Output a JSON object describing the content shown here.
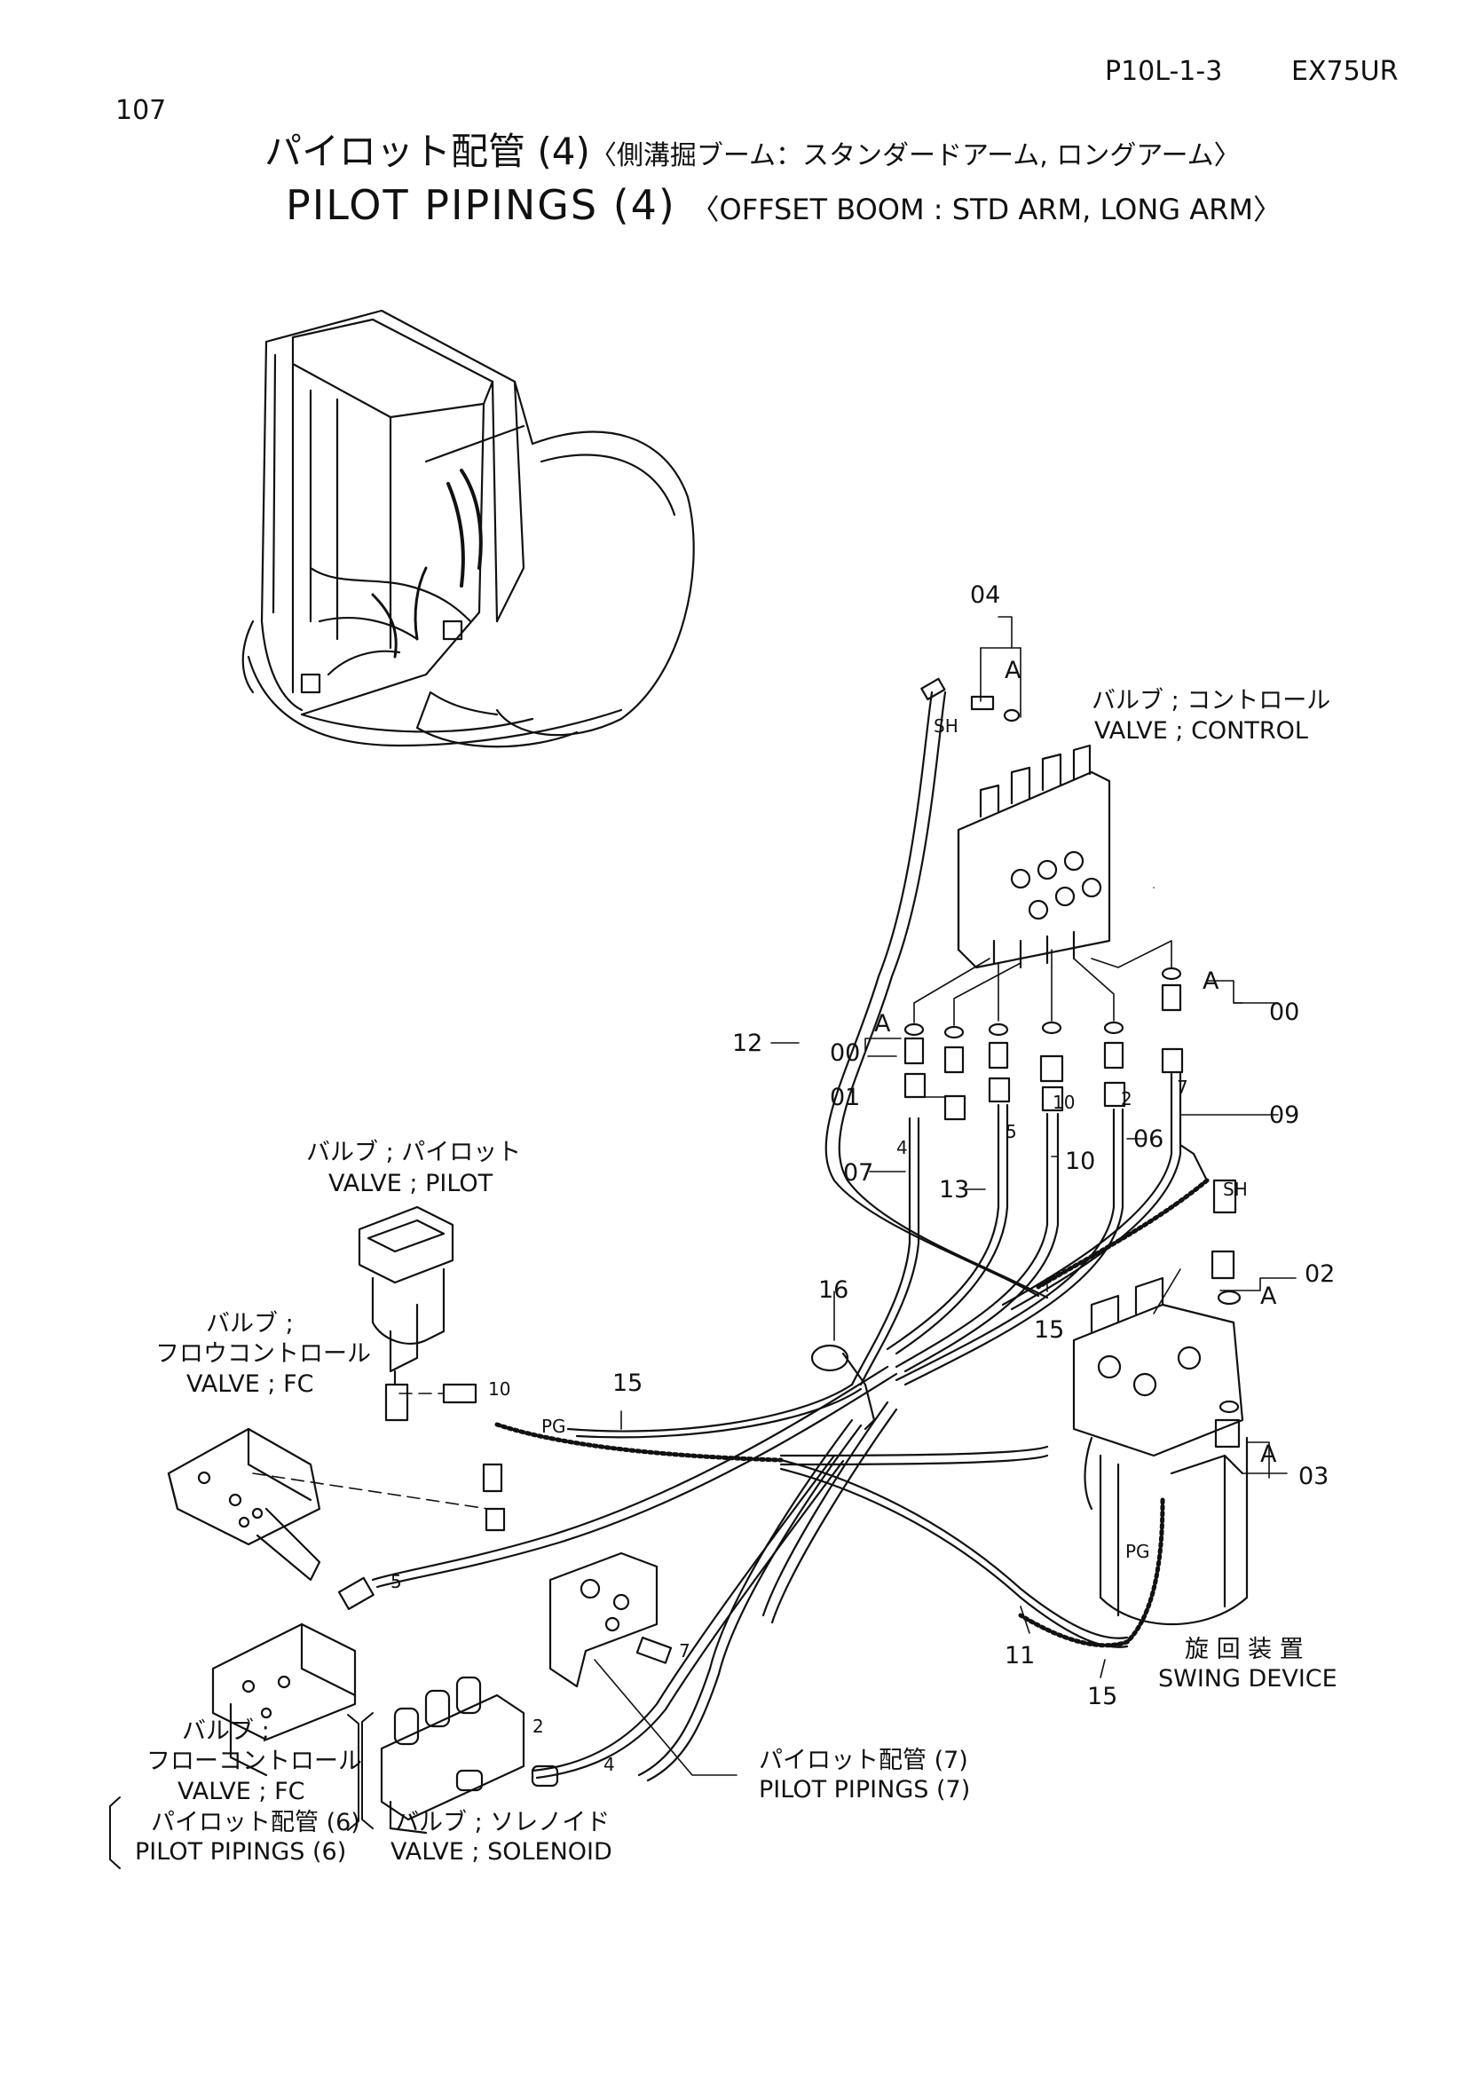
{
  "header": {
    "page_number": "107",
    "ref_code": "P10L-1-3",
    "model": "EX75UR"
  },
  "title": {
    "jp_main": "パイロット配管 (4)",
    "jp_sub": "〈側溝掘ブーム：スタンダードアーム, ロングアーム〉",
    "en_main": "PILOT PIPINGS (4)",
    "en_sub": "〈OFFSET BOOM : STD ARM, LONG ARM〉"
  },
  "labels": {
    "control_valve_jp": "バルブ ; コントロール",
    "control_valve_en": "VALVE ; CONTROL",
    "pilot_valve_jp": "バルブ ; パイロット",
    "pilot_valve_en": "VALVE ; PILOT",
    "fc_valve1_jp1": "バルブ ;",
    "fc_valve1_jp2": "フロウコントロール",
    "fc_valve1_en": "VALVE ; FC",
    "fc_valve2_jp1": "バルブ ;",
    "fc_valve2_jp2": "フローコントロール",
    "fc_valve2_en": "VALVE ; FC",
    "pp6_jp": "パイロット配管 (6)",
    "pp6_en": "PILOT PIPINGS (6)",
    "solenoid_jp": "バルブ ; ソレノイド",
    "solenoid_en": "VALVE ; SOLENOID",
    "pp7_jp": "パイロット配管 (7)",
    "pp7_en": "PILOT PIPINGS (7)",
    "swing_jp": "旋 回 装 置",
    "swing_en": "SWING DEVICE"
  },
  "callouts": {
    "c04": "04",
    "cA": "A",
    "c00": "00",
    "c12": "12",
    "c01": "01",
    "c07": "07",
    "c13": "13",
    "c10": "10",
    "c06": "06",
    "c09": "09",
    "c16": "16",
    "c15": "15",
    "c02": "02",
    "c03": "03",
    "c11": "11"
  },
  "marks": {
    "sh": "SH",
    "pg": "PG",
    "m4": "4",
    "m5": "5",
    "m10": "10",
    "m2": "2",
    "m7": "7"
  }
}
